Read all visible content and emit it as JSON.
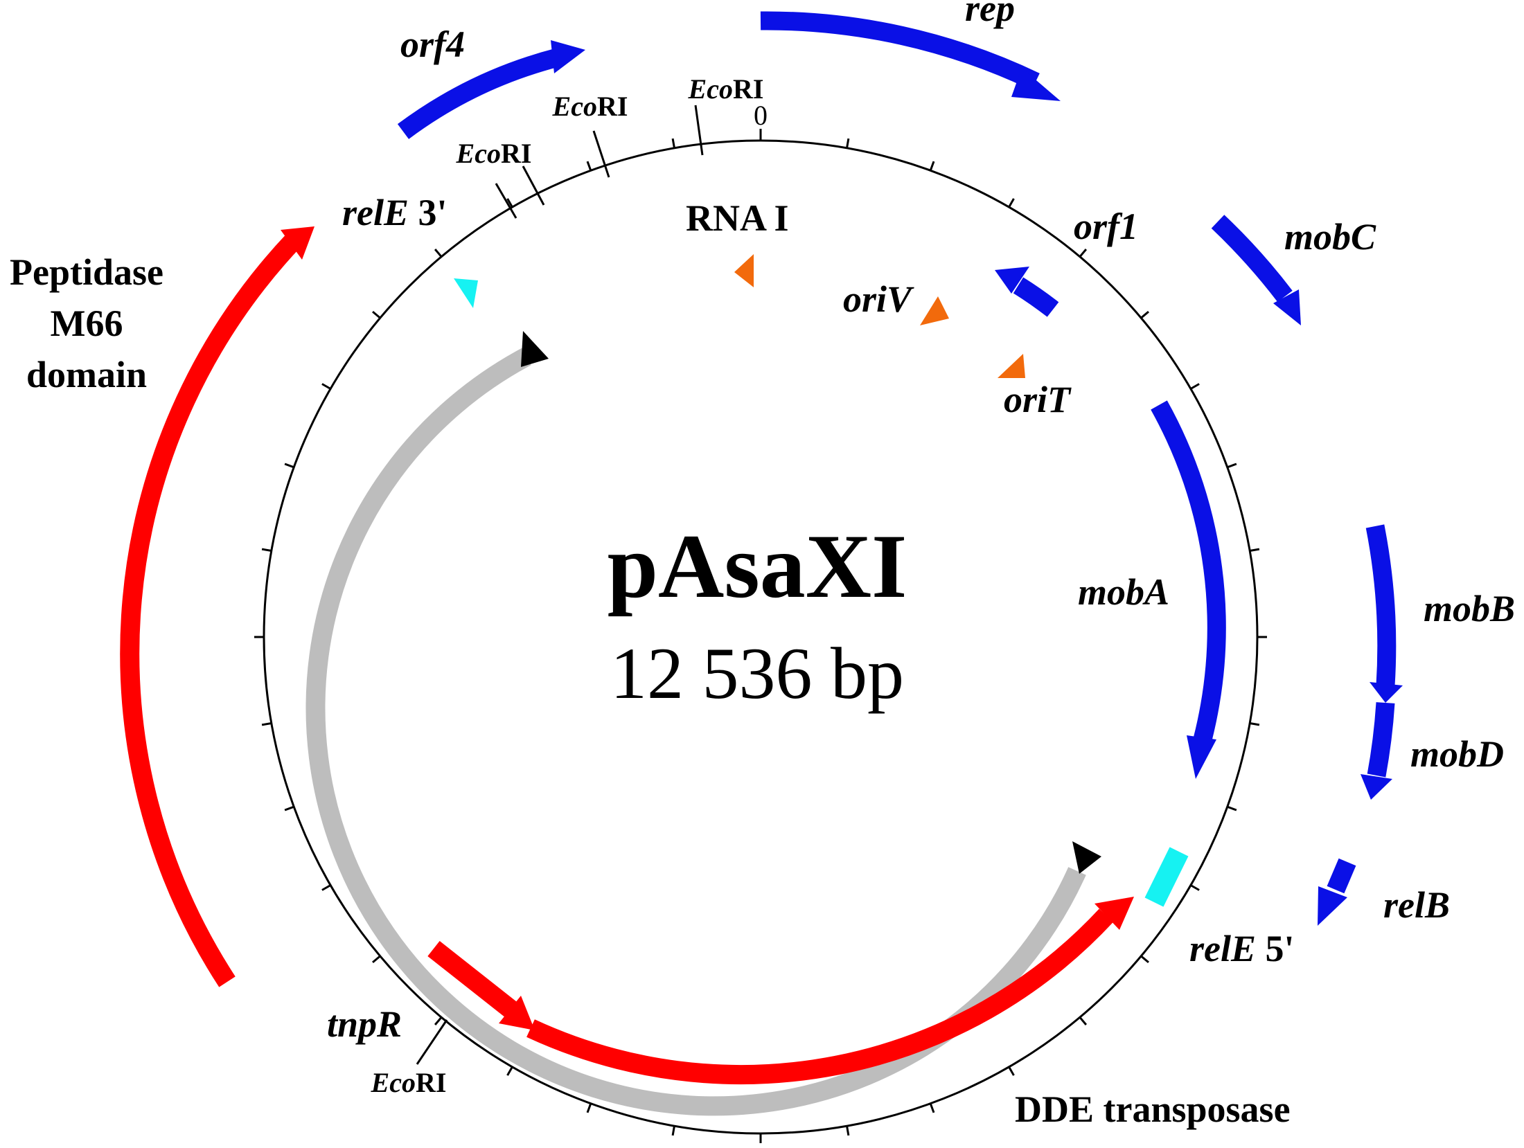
{
  "plasmid": {
    "name": "pAsaXI",
    "size_label": "12 536 bp",
    "origin_label": "0"
  },
  "colors": {
    "blue_genes": "#0a10e6",
    "red_genes": "#ff0000",
    "gray_arc": "#bdbdbd",
    "black_arrowhead": "#000000",
    "orange_markers": "#f26a0c",
    "cyan_relE": "#16f2f2",
    "backbone": "#000000"
  },
  "labels": {
    "orf4": "orf4",
    "rep": "rep",
    "orf1": "orf1",
    "mobC": "mobC",
    "mobA": "mobA",
    "mobB": "mobB",
    "mobD": "mobD",
    "relB": "relB",
    "relE5_gene": "relE",
    "relE5_suffix": " 5'",
    "relE3_gene": "relE",
    "relE3_suffix": " 3'",
    "tnpR": "tnpR",
    "oriV": "oriV",
    "oriT": "oriT",
    "rna1": "RNA I",
    "dde": "DDE transposase",
    "peptidase_line1": "Peptidase",
    "peptidase_line2": "M66",
    "peptidase_line3": "domain",
    "ecori_italic": "Eco",
    "ecori_roman": "RI"
  }
}
